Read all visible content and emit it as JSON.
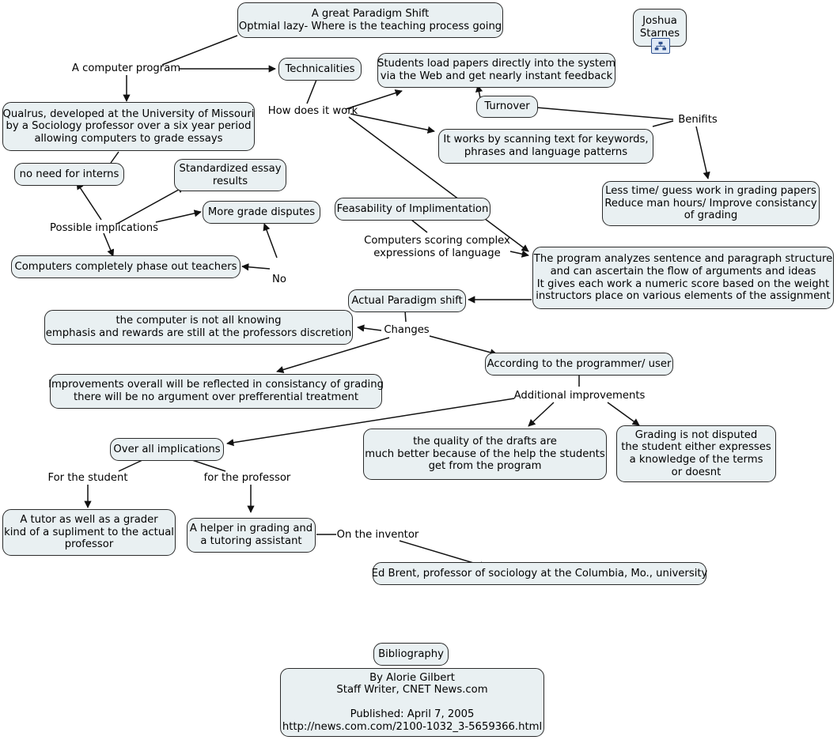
{
  "map": {
    "title_node": "A great Paradigm Shift\nOptmial lazy- Where is the teaching process going",
    "author": "Joshua\nStarnes",
    "author_icon": "concept-map-icon"
  },
  "nodes": [
    {
      "id": "title",
      "text": "A great Paradigm Shift\nOptmial lazy- Where is the teaching process going"
    },
    {
      "id": "author",
      "text": "Joshua\nStarnes"
    },
    {
      "id": "computer_program",
      "text": "A computer program"
    },
    {
      "id": "technicalities",
      "text": "Technicalities"
    },
    {
      "id": "students_load",
      "text": "Students load papers directly into the system\nvia the Web and get nearly instant feedback"
    },
    {
      "id": "qualrus",
      "text": "Qualrus, developed at the University of Missouri\nby a Sociology professor over a six year period\nallowing computers to grade essays"
    },
    {
      "id": "how_does_it_work",
      "text": "How does it work"
    },
    {
      "id": "turnover",
      "text": "Turnover"
    },
    {
      "id": "benifits",
      "text": "Benifits"
    },
    {
      "id": "scanning_text",
      "text": "It works by scanning text for keywords,\nphrases and language patterns"
    },
    {
      "id": "less_time",
      "text": "Less time/ guess work in grading papers\nReduce man hours/ Improve consistancy\nof grading"
    },
    {
      "id": "no_interns",
      "text": "no need for interns"
    },
    {
      "id": "standardized",
      "text": "Standardized essay\nresults"
    },
    {
      "id": "grade_disputes",
      "text": "More grade disputes"
    },
    {
      "id": "feasability",
      "text": "Feasability of Implimentation"
    },
    {
      "id": "possible_implications",
      "text": "Possible implications"
    },
    {
      "id": "phase_out",
      "text": "Computers completely phase out teachers"
    },
    {
      "id": "computers_scoring",
      "text": "Computers scoring complex\nexpressions of language"
    },
    {
      "id": "no_label",
      "text": "No"
    },
    {
      "id": "program_analyzes",
      "text": "The program analyzes sentence and paragraph structure\nand can ascertain the flow of arguments and ideas\nIt gives each work a numeric score based on the weight\ninstructors place on various elements of the assignment"
    },
    {
      "id": "actual_paradigm",
      "text": "Actual Paradigm shift"
    },
    {
      "id": "not_all_knowing",
      "text": "the computer is not all knowing\nemphasis and rewards are still at the professors discretion"
    },
    {
      "id": "changes",
      "text": "Changes"
    },
    {
      "id": "according_to",
      "text": "According to the programmer/ user"
    },
    {
      "id": "improvements_overall",
      "text": "Improvements overall will be reflected in consistancy of grading\nthere will be no argument over prefferential treatment"
    },
    {
      "id": "additional_improvements",
      "text": "Additional improvements"
    },
    {
      "id": "overall_implications",
      "text": "Over all implications"
    },
    {
      "id": "quality_drafts",
      "text": "the quality of the drafts are\nmuch better because of the help the students\nget from the program"
    },
    {
      "id": "grading_not_disputed",
      "text": "Grading is not disputed\nthe student either expresses\na knowledge of the terms\nor doesnt"
    },
    {
      "id": "for_student",
      "text": "For the student"
    },
    {
      "id": "for_professor",
      "text": "for the professor"
    },
    {
      "id": "tutor_grader",
      "text": "A tutor as well as a grader\nkind of a supliment to the actual\nprofessor"
    },
    {
      "id": "helper_grading",
      "text": "A helper in grading and\na tutoring assistant"
    },
    {
      "id": "on_the_inventor",
      "text": "On the inventor"
    },
    {
      "id": "ed_brent",
      "text": "Ed Brent, professor of sociology at the Columbia, Mo., university"
    },
    {
      "id": "bibliography",
      "text": "Bibliography"
    },
    {
      "id": "bib_body",
      "text": "By Alorie Gilbert\nStaff Writer, CNET News.com\n\nPublished: April 7, 2005\nhttp://news.com.com/2100-1032_3-5659366.html"
    }
  ],
  "colors": {
    "node_fill": "#e9f0f2",
    "node_border": "#2b2b2b",
    "link": "#1a1a1a",
    "icon_border": "#2d4f8e",
    "background": "#ffffff"
  }
}
